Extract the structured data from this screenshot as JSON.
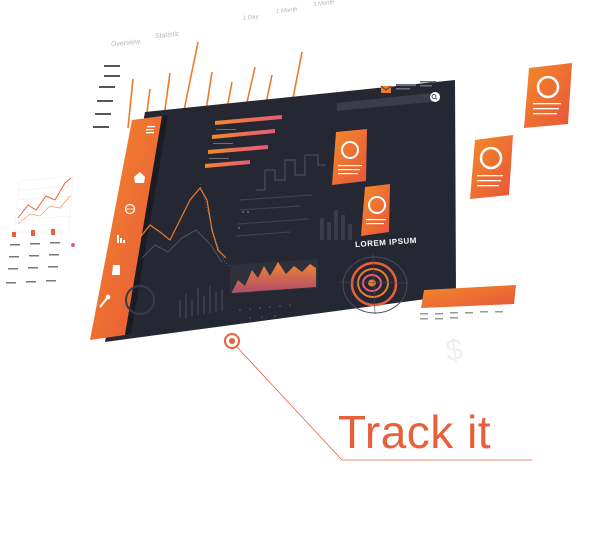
{
  "top_labels": {
    "overview": "Overview",
    "statistic": "Statistic",
    "range_1day": "1 Day",
    "range_1month": "1 Month",
    "range_3month": "3 Month"
  },
  "headline": "Track it",
  "dashboard": {
    "lorem_title": "LOREM IPSUM",
    "sidebar_icons": [
      "home-icon",
      "globe-icon",
      "bar-chart-icon",
      "document-icon",
      "wrench-icon"
    ],
    "header_icons": [
      "mail-icon",
      "search-icon"
    ]
  },
  "colors": {
    "accent": "#f07a2a",
    "accent_dark": "#e8603a",
    "panel": "#252733",
    "pink": "#e65a7a",
    "muted": "#6b6e7a"
  },
  "dollar_symbol": "$"
}
